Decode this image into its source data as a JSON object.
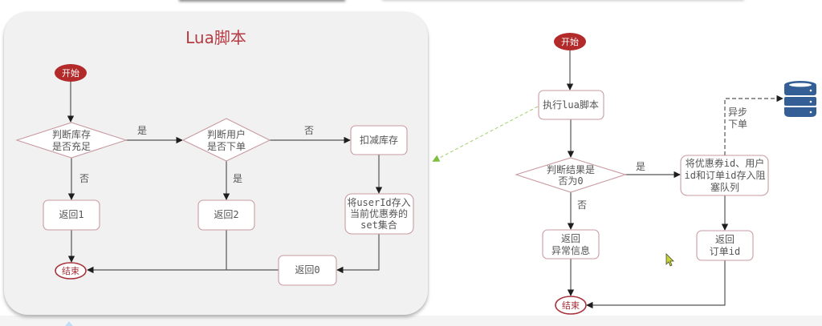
{
  "left_panel": {
    "title": "Lua脚本",
    "start": "开始",
    "check_stock": [
      "判断库存",
      "是否充足"
    ],
    "check_user_ordered": [
      "判断用户",
      "是否下单"
    ],
    "deduct_stock": "扣减库存",
    "add_user_to_set": [
      "将userId存入",
      "当前优惠券的",
      "set集合"
    ],
    "return_1": "返回1",
    "return_2": "返回2",
    "return_0": "返回0",
    "end": "结束",
    "labels": {
      "stock_sufficient_yes": "是",
      "stock_sufficient_no": "否",
      "user_ordered_no": "否",
      "user_ordered_yes": "是"
    }
  },
  "right_flow": {
    "start": "开始",
    "execute_lua": "执行lua脚本",
    "check_result": [
      "判断结果是",
      "否为0"
    ],
    "enqueue_order": [
      "将优惠券id、用户",
      "id和订单id存入阻",
      "塞队列"
    ],
    "return_error": [
      "返回",
      "异常信息"
    ],
    "return_order_id": [
      "返回",
      "订单id"
    ],
    "end": "结束",
    "labels": {
      "result_yes": "是",
      "result_no": "否",
      "async_order": [
        "异步",
        "下单"
      ]
    },
    "icons": {
      "database": "database-icon",
      "cursor": "mouse-pointer-icon"
    }
  },
  "colors": {
    "start_fill": "#b22a2a",
    "end_stroke": "#a8323a",
    "title": "#b53b43",
    "node_border": "#c99ba1",
    "node_text": "#555555",
    "connector": "#555555",
    "panel_bg": "#f1f1f1",
    "database": "#335f96",
    "reference_arrow": "#9fcf6a"
  }
}
